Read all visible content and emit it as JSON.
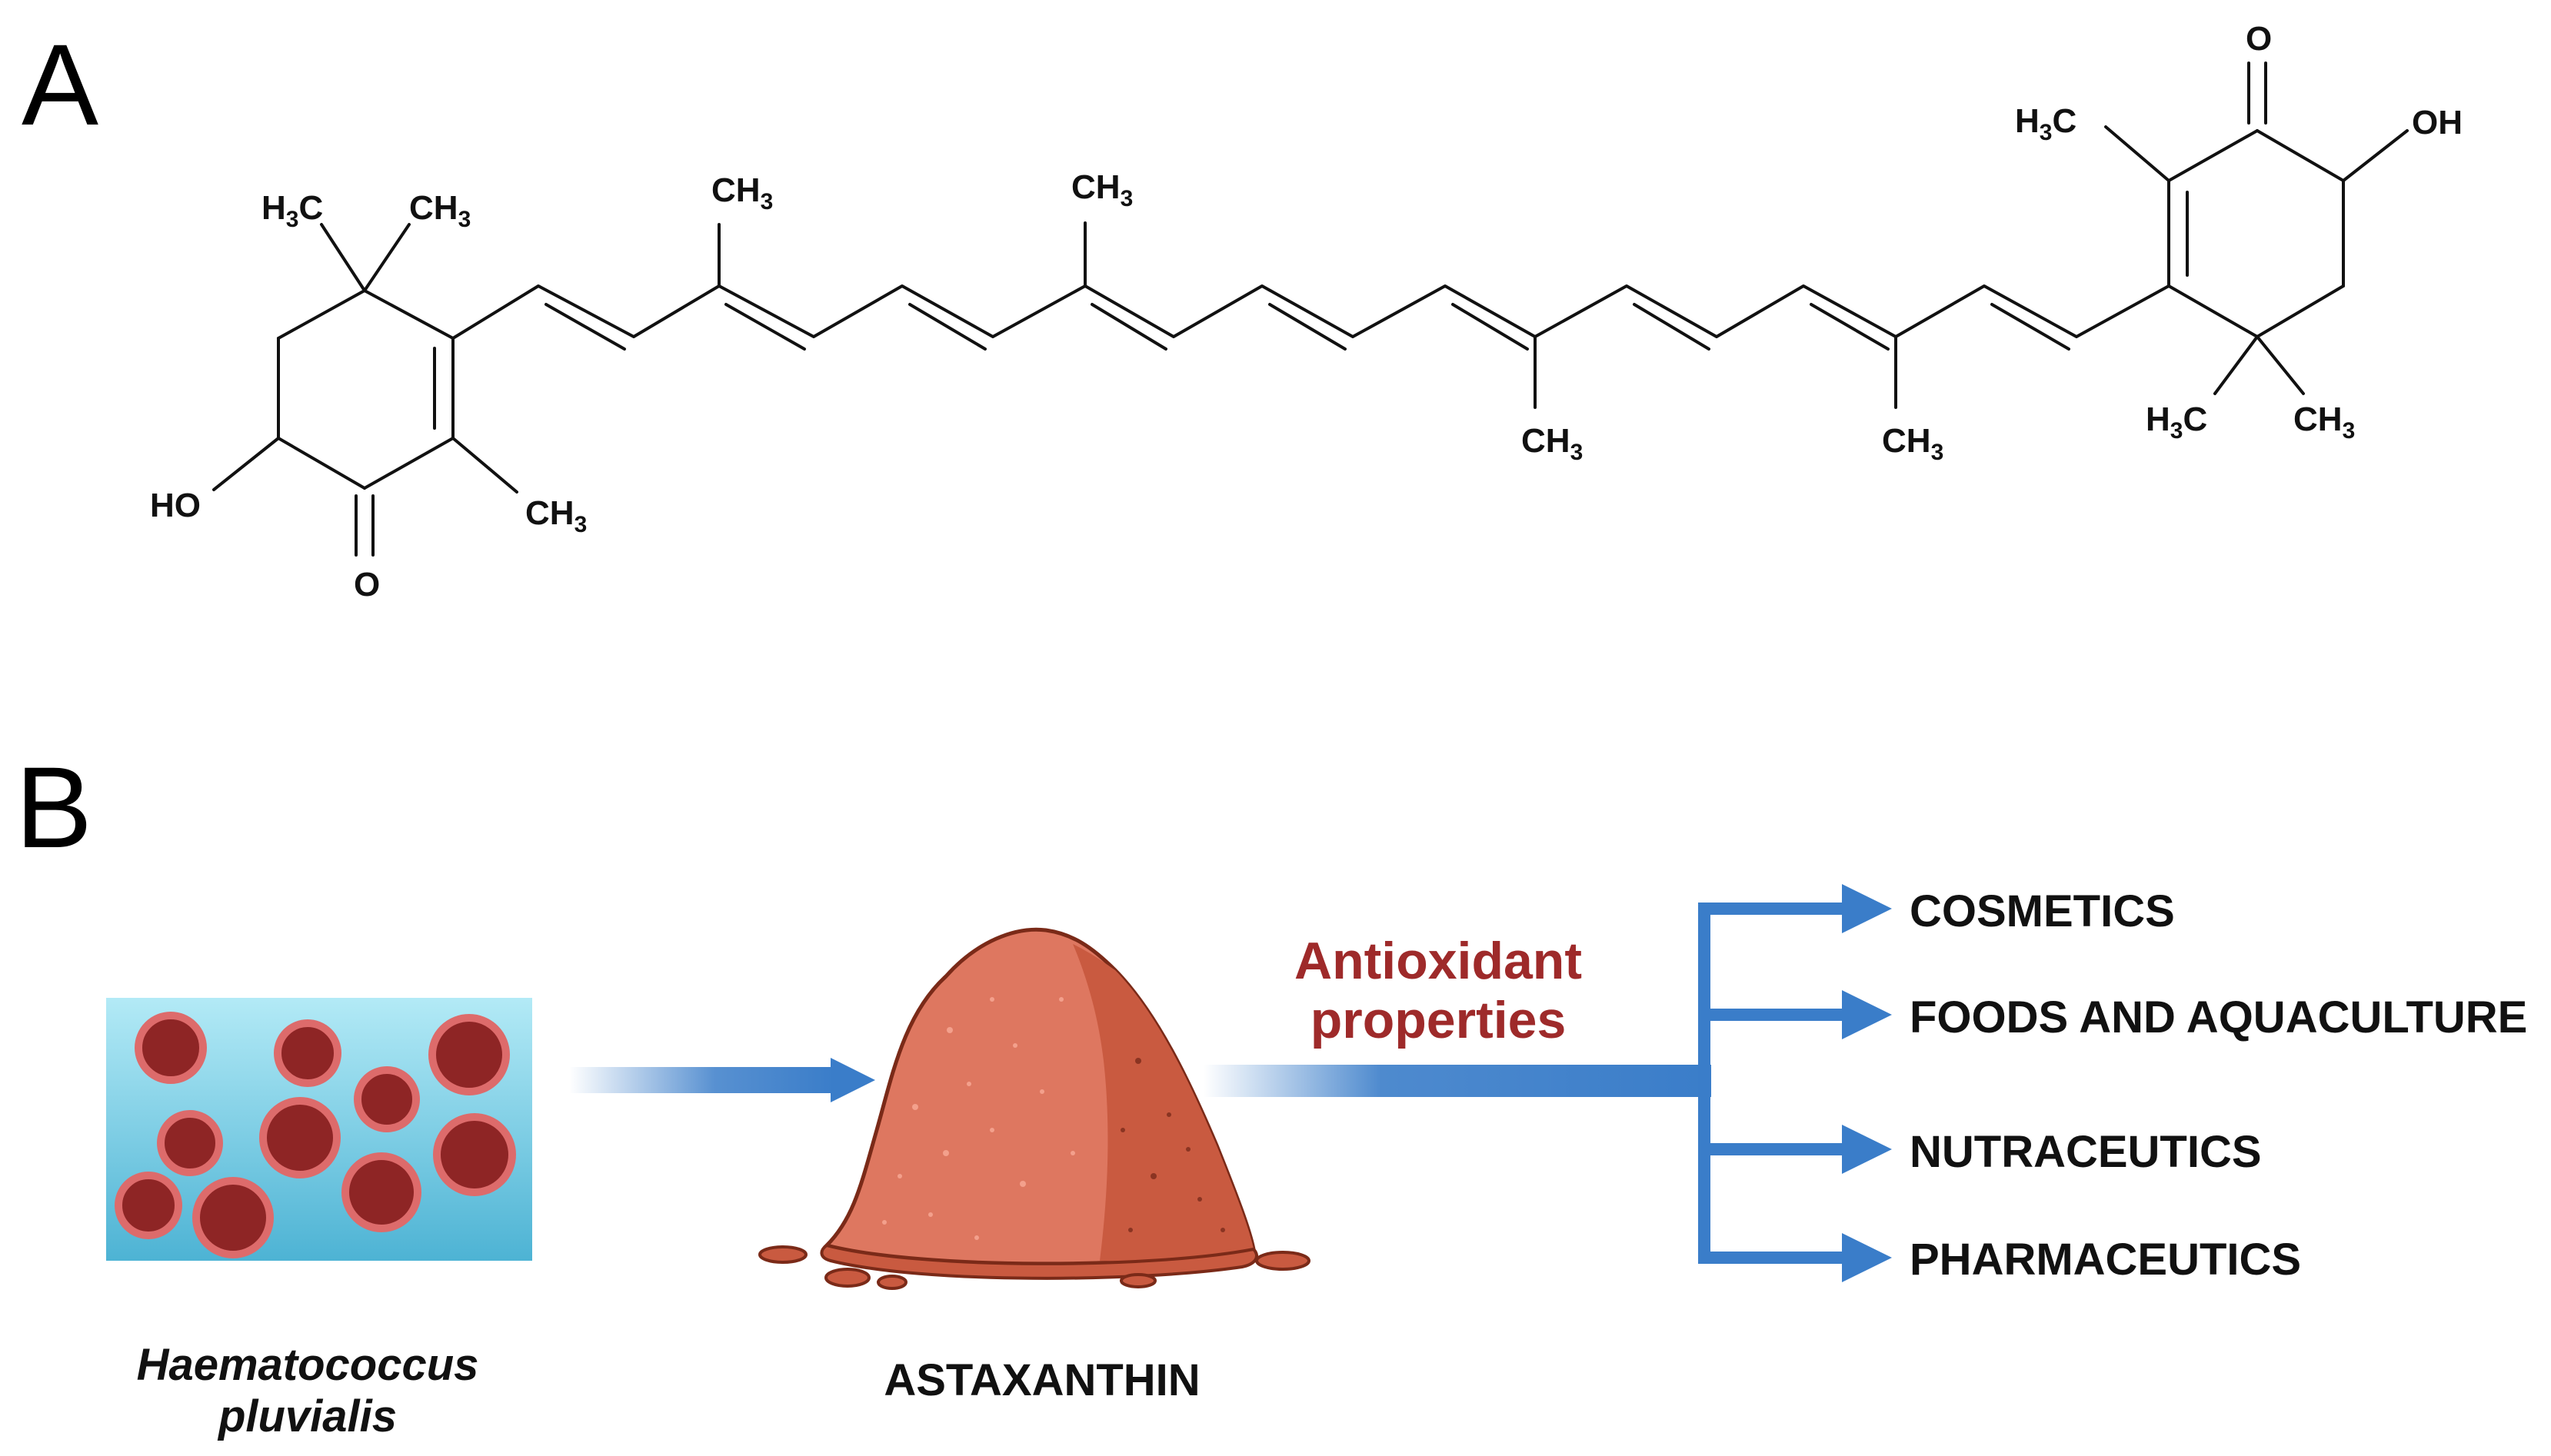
{
  "panels": {
    "a": "A",
    "b": "B"
  },
  "molecule": {
    "left_ring": {
      "h3c": "H",
      "ch3_top": "CH",
      "ch3_bottom": "CH",
      "ho": "HO",
      "o": "O"
    },
    "chain": {
      "ch3_1": "CH",
      "ch3_2": "CH",
      "ch3_3": "CH",
      "ch3_4": "CH"
    },
    "right_ring": {
      "o": "O",
      "oh": "OH",
      "h3c_top": "H",
      "h3c_bottom": "H",
      "ch3_bottom": "CH"
    },
    "subscript": "3",
    "carbon": "C"
  },
  "flow": {
    "source_line1": "Haematococcus",
    "source_line2": "pluvialis",
    "product": "ASTAXANTHIN",
    "property_line1": "Antioxidant",
    "property_line2": "properties",
    "applications": [
      "COSMETICS",
      "FOODS AND AQUACULTURE",
      "NUTRACEUTICS",
      "PHARMACEUTICS"
    ]
  },
  "colors": {
    "arrow": "#3a7dc9",
    "property_text": "#9e2a2a",
    "cell_fill": "#8e2525",
    "cell_ring": "#dd6b6b",
    "water_top": "#b3eaf6",
    "water_bottom": "#4db3d4",
    "powder_light": "#de7760",
    "powder_dark": "#c95a40",
    "powder_outline": "#7a2a18"
  }
}
